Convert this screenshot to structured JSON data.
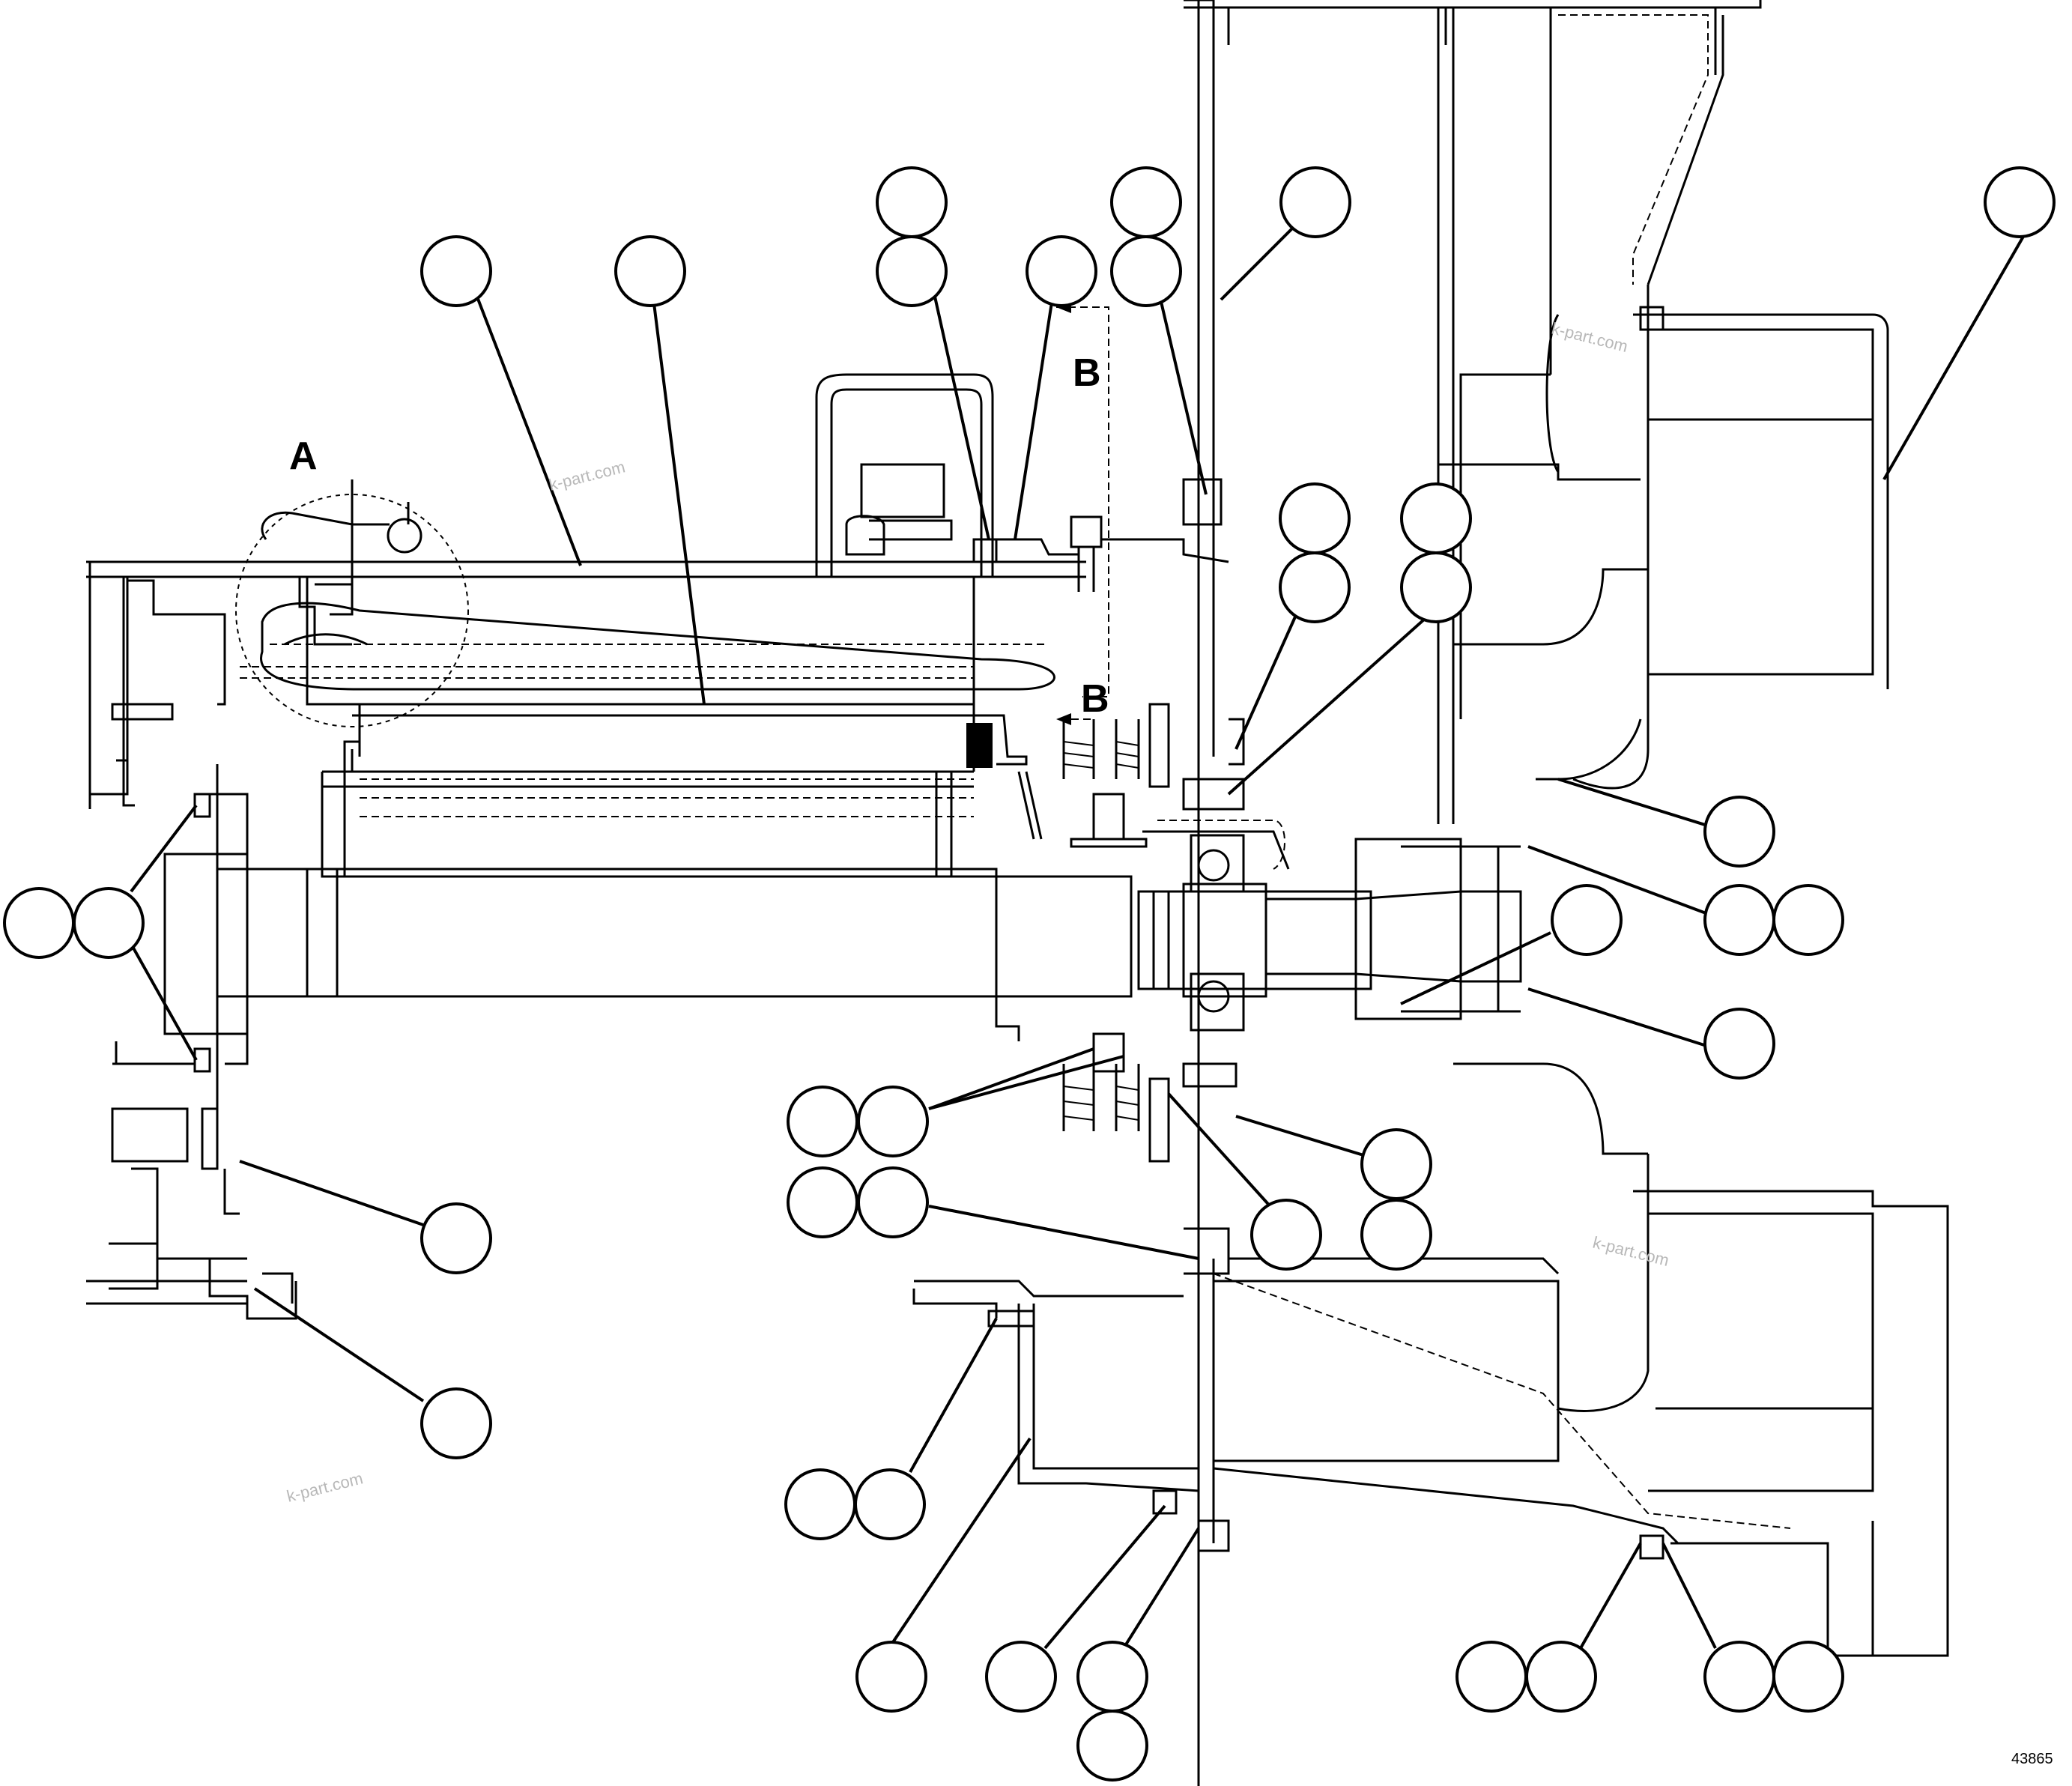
{
  "section_labels": {
    "detail_a": "A",
    "section_b_upper": "B",
    "section_b_lower": "B"
  },
  "watermark": "k-part.com",
  "figure_number": "43865"
}
